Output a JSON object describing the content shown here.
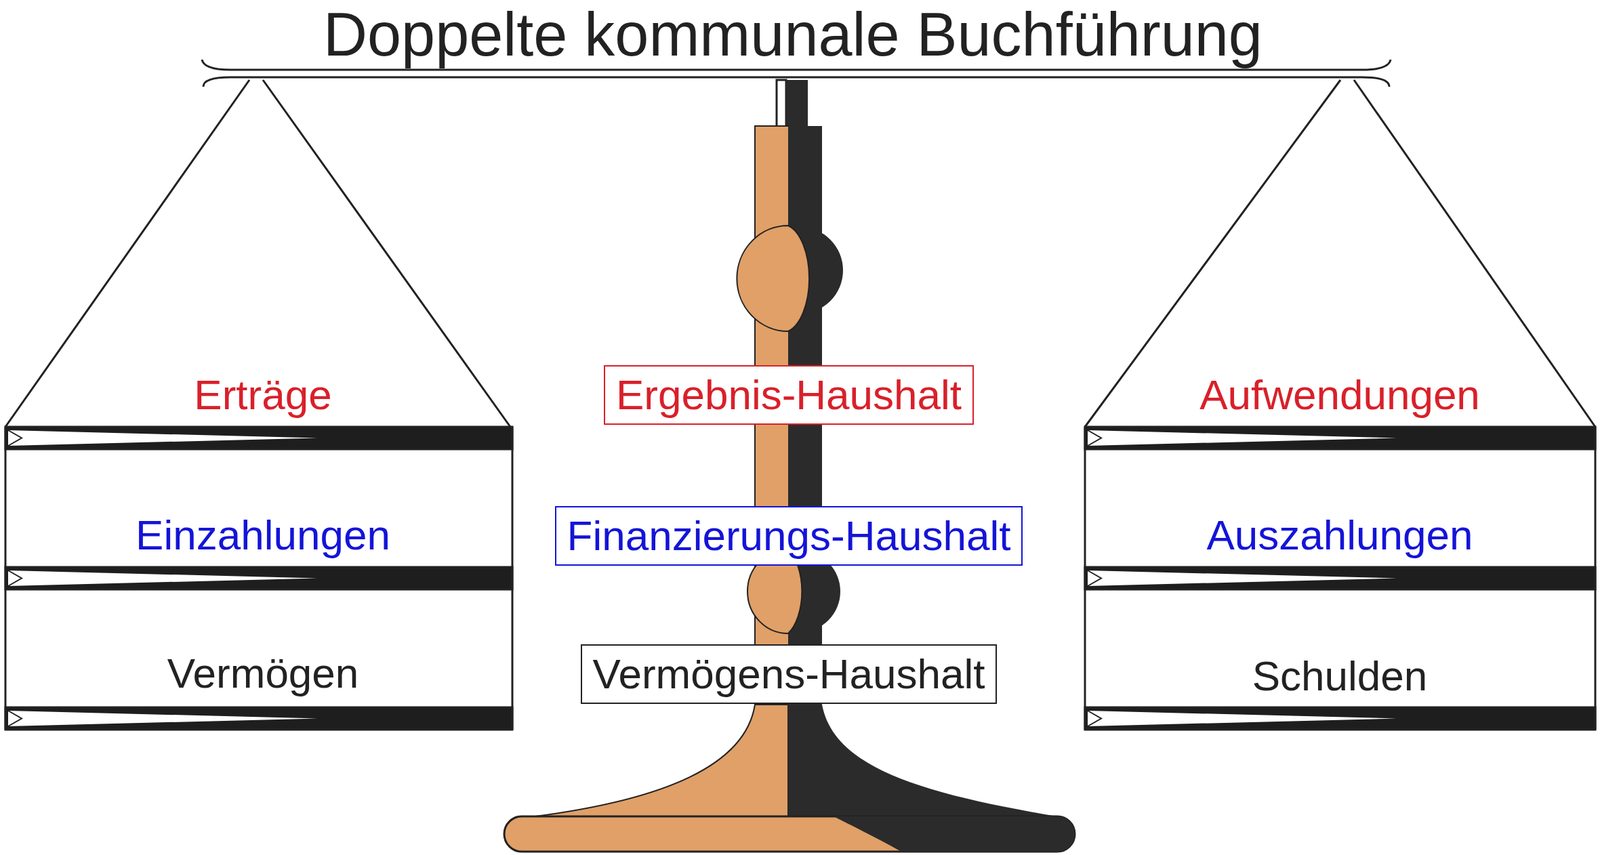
{
  "diagram": {
    "title": "Doppelte kommunale Buchführung",
    "nodes": [
      {
        "text": [
          "Erträge"
        ]
      },
      {
        "text": [
          "Ergebnis-Haushalt"
        ]
      },
      {
        "text": [
          "Aufwendungen"
        ]
      },
      {
        "text": [
          "Einzahlungen"
        ]
      },
      {
        "text": [
          "Finanzierungs-Haushalt"
        ]
      },
      {
        "text": [
          "Auszahlungen"
        ]
      },
      {
        "text": [
          "Vermögen"
        ]
      },
      {
        "text": [
          "Vermögens-Haushalt"
        ]
      },
      {
        "text": [
          "Schulden"
        ]
      }
    ]
  }
}
